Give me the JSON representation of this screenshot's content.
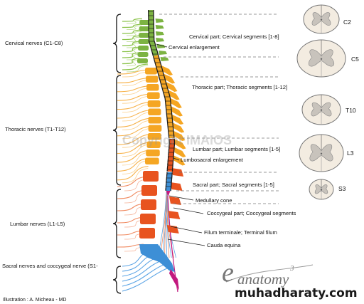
{
  "left_labels": {
    "cervical": "Cervical nerves (C1-C8)",
    "thoracic": "Thoracic nerves (T1-T12)",
    "lumbar": "Lumbar nerves (L1-L5)",
    "sacral": "Sacral nerves and coccygeal nerve (S1-"
  },
  "right_labels": {
    "cervical_part": "Cervical part; Cervical segments [1-8]",
    "cervical_enlargement": "Cervical enlargement",
    "thoracic_part": "Thoracic part; Thoracic segments [1-12]",
    "lumbar_part": "Lumbar part; Lumbar segments [1-5]",
    "lumbosacral_enlargement": "Lumbosacral enlargement",
    "sacral_part": "Sacral part; Sacral segments [1-5]",
    "medullary_cone": "Medullary cone",
    "coccygeal_part": "Coccygeal part; Coccygeal segments",
    "filum_terminale": "Filum terminale; Terminal filum",
    "cauda_equina": "Cauda equina"
  },
  "sections": {
    "c2": "C2",
    "c5": "C5",
    "t10": "T10",
    "l3": "L3",
    "s3": "S3"
  },
  "illustration_credit": "Illustration : A. Micheau - MD",
  "watermark": "Copyright IMAIOS",
  "logo": {
    "text": "anatomy",
    "superscript": "3"
  },
  "site": "muhadharaty.com",
  "colors": {
    "cervical": "#7cb342",
    "cervical_nerve": "#8bc34a",
    "thoracic": "#f5a623",
    "thoracic_nerve": "#f7b24a",
    "lumbar": "#e8531f",
    "lumbar_nerve": "#f08a60",
    "sacral": "#3d8fd6",
    "sacral_nerve": "#5ba4e5",
    "coccygeal": "#c2187e",
    "cord_outline": "#1a1a1a",
    "section_fill": "#f3ece1",
    "section_grey": "#c8c3bc"
  }
}
